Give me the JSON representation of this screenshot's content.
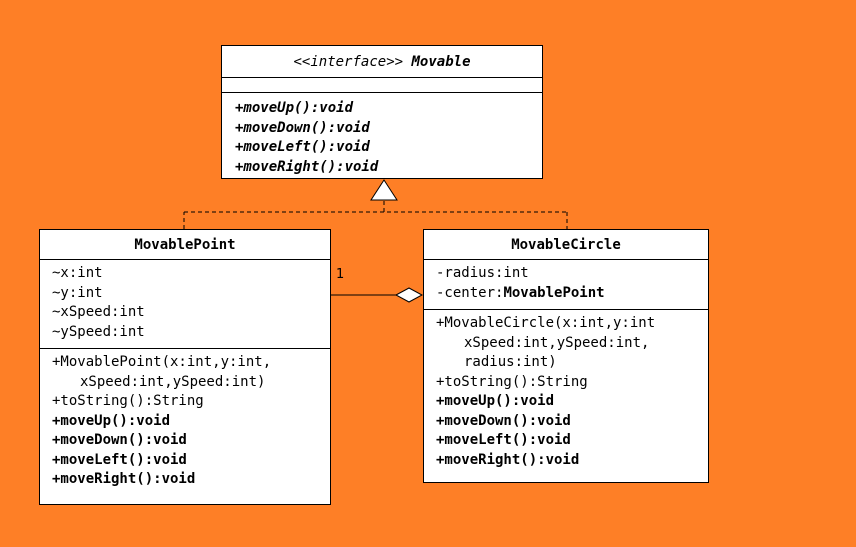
{
  "interface": {
    "stereotype": "<<interface>>",
    "name": "Movable",
    "operations": [
      "+moveUp():void",
      "+moveDown():void",
      "+moveLeft():void",
      "+moveRight():void"
    ]
  },
  "movable_point": {
    "name": "MovablePoint",
    "attributes": [
      "~x:int",
      "~y:int",
      "~xSpeed:int",
      "~ySpeed:int"
    ],
    "ctor_line1": "+MovablePoint(x:int,y:int,",
    "ctor_line2": "xSpeed:int,ySpeed:int)",
    "to_string": "+toString():String",
    "operations": [
      "+moveUp():void",
      "+moveDown():void",
      "+moveLeft():void",
      "+moveRight():void"
    ]
  },
  "movable_circle": {
    "name": "MovableCircle",
    "attr_radius": "-radius:int",
    "attr_center_prefix": "-center:",
    "attr_center_type": "MovablePoint",
    "ctor_line1": "+MovableCircle(x:int,y:int",
    "ctor_line2": "xSpeed:int,ySpeed:int,",
    "ctor_line3": "radius:int)",
    "to_string": "+toString():String",
    "operations": [
      "+moveUp():void",
      "+moveDown():void",
      "+moveLeft():void",
      "+moveRight():void"
    ]
  },
  "association": {
    "multiplicity": "1"
  },
  "colors": {
    "background": "#fe7f26",
    "box_fill": "#ffffff",
    "line": "#000000"
  }
}
